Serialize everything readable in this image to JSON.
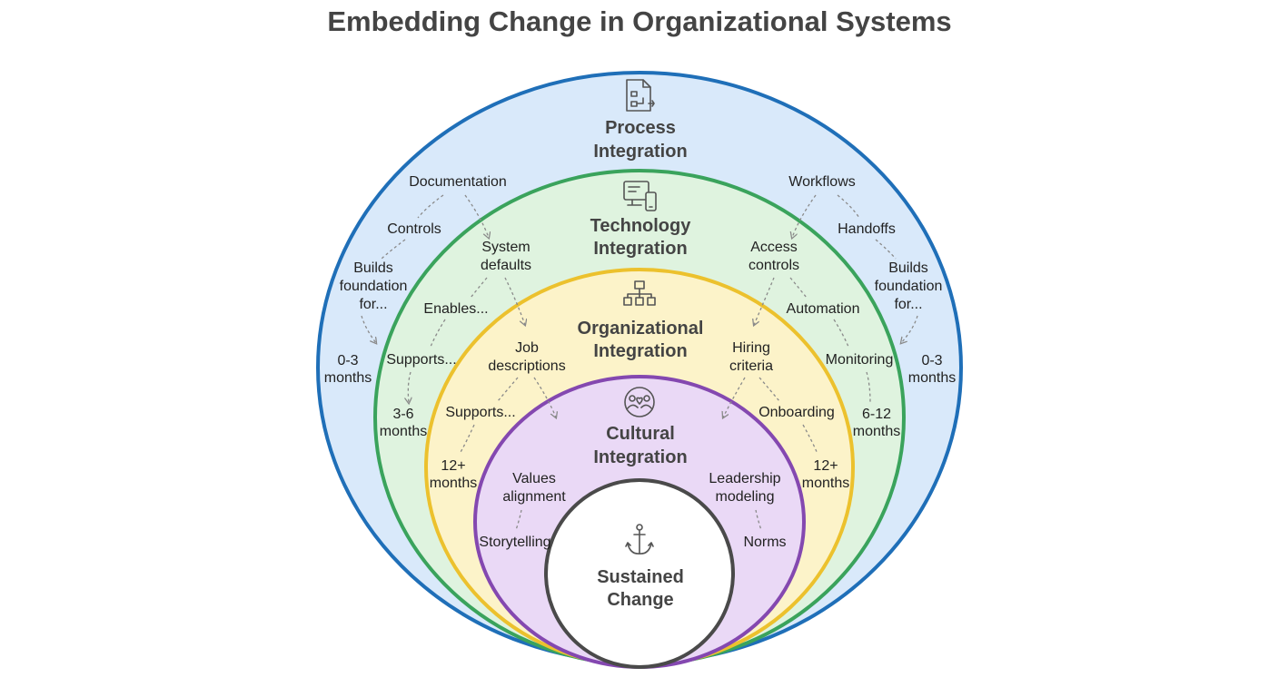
{
  "title": "Embedding Change in Organizational Systems",
  "colors": {
    "process": "#1f6fb8",
    "process_fill": "#d9e9fa",
    "technology": "#3aa35c",
    "technology_fill": "#dff3df",
    "organizational": "#ecc12d",
    "organizational_fill": "#fcf3c9",
    "cultural": "#8448b0",
    "cultural_fill": "#ead9f6",
    "core": "#4a4a4a",
    "core_fill": "#ffffff"
  },
  "layers": {
    "process": {
      "title_line1": "Process",
      "title_line2": "Integration",
      "icon": "document-flow-icon",
      "left_item1": "Documentation",
      "left_item2": "Controls",
      "left_note": [
        "Builds",
        "foundation",
        "for..."
      ],
      "left_time": [
        "0-3",
        "months"
      ],
      "right_item1": "Workflows",
      "right_item2": "Handoffs",
      "right_note": [
        "Builds",
        "foundation",
        "for..."
      ],
      "right_time": [
        "0-3",
        "months"
      ]
    },
    "technology": {
      "title_line1": "Technology",
      "title_line2": "Integration",
      "icon": "devices-icon",
      "left_item": [
        "System",
        "defaults"
      ],
      "left_note1": "Enables...",
      "left_note2": "Supports...",
      "left_time": [
        "3-6",
        "months"
      ],
      "right_item": [
        "Access",
        "controls"
      ],
      "right_item2": "Automation",
      "right_item3": "Monitoring",
      "right_time": [
        "6-12",
        "months"
      ]
    },
    "organizational": {
      "title_line1": "Organizational",
      "title_line2": "Integration",
      "icon": "org-chart-icon",
      "left_item": [
        "Job",
        "descriptions"
      ],
      "left_note": "Supports...",
      "left_time": [
        "12+",
        "months"
      ],
      "right_item": [
        "Hiring",
        "criteria"
      ],
      "right_item2": "Onboarding",
      "right_time": [
        "12+",
        "months"
      ]
    },
    "cultural": {
      "title_line1": "Cultural",
      "title_line2": "Integration",
      "icon": "people-heart-icon",
      "left_item": [
        "Values",
        "alignment"
      ],
      "left_item2": "Storytelling",
      "right_item": [
        "Leadership",
        "modeling"
      ],
      "right_item2": "Norms"
    },
    "core": {
      "title_line1": "Sustained",
      "title_line2": "Change",
      "icon": "anchor-icon"
    }
  }
}
